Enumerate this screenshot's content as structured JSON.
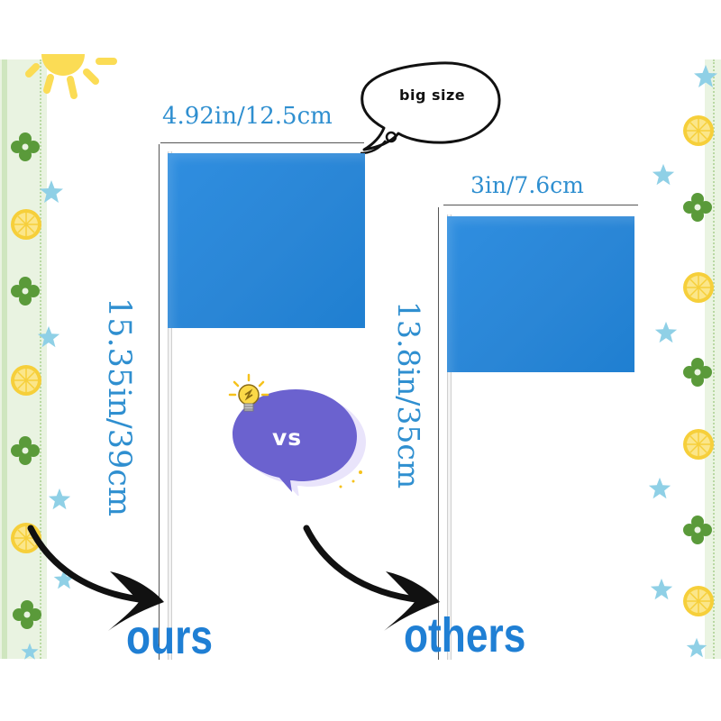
{
  "ours": {
    "width_label": "4.92in/12.5cm",
    "height_label": "15.35in/39cm",
    "name": "ours",
    "callout": "big size"
  },
  "others": {
    "width_label": "3in/7.6cm",
    "height_label": "13.8in/35cm",
    "name": "others"
  },
  "comparison": {
    "vs_label": "vs"
  },
  "colors": {
    "flag_blue": "#2a86d6",
    "label_blue": "#1f7fd4",
    "dimension_text": "#2f8fd0",
    "vs_bubble": "#6b62cf",
    "bulb": "#f6c21c",
    "sun": "#fbdc55",
    "border_green": "#e9f3e1"
  },
  "icons": [
    "sun-icon",
    "clover-icon",
    "lemon-slice-icon",
    "star-icon",
    "lightbulb-icon",
    "curved-arrow-icon",
    "speech-bubble-icon"
  ]
}
